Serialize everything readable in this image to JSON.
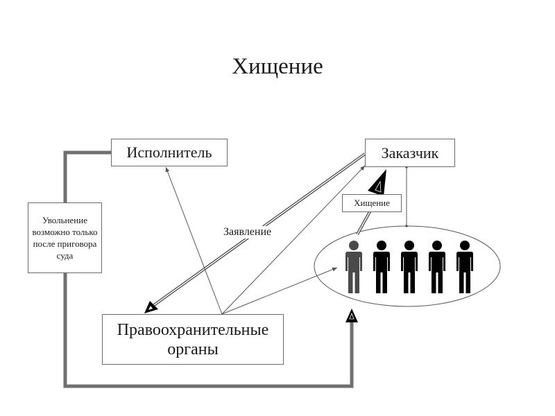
{
  "title": "Хищение",
  "nodes": {
    "ispolnitel": "Исполнитель",
    "zakazchik": "Заказчик",
    "pravo": "Правоохранительные органы",
    "uvolnenie": "Увольнение возможно только после приговора суда",
    "hischenie_label": "Хищение",
    "employees_group": "employees-group"
  },
  "edges": {
    "zayavlenie": "Заявление"
  },
  "employees": [
    {
      "icon": "person-icon",
      "highlighted": true
    },
    {
      "icon": "person-icon",
      "highlighted": false
    },
    {
      "icon": "person-icon",
      "highlighted": false
    },
    {
      "icon": "person-icon",
      "highlighted": false
    },
    {
      "icon": "person-icon",
      "highlighted": false
    }
  ],
  "colors": {
    "thick_connector": "#707070",
    "highlighted_person": "#4a4a4a",
    "person": "#000000",
    "line": "#555555"
  }
}
